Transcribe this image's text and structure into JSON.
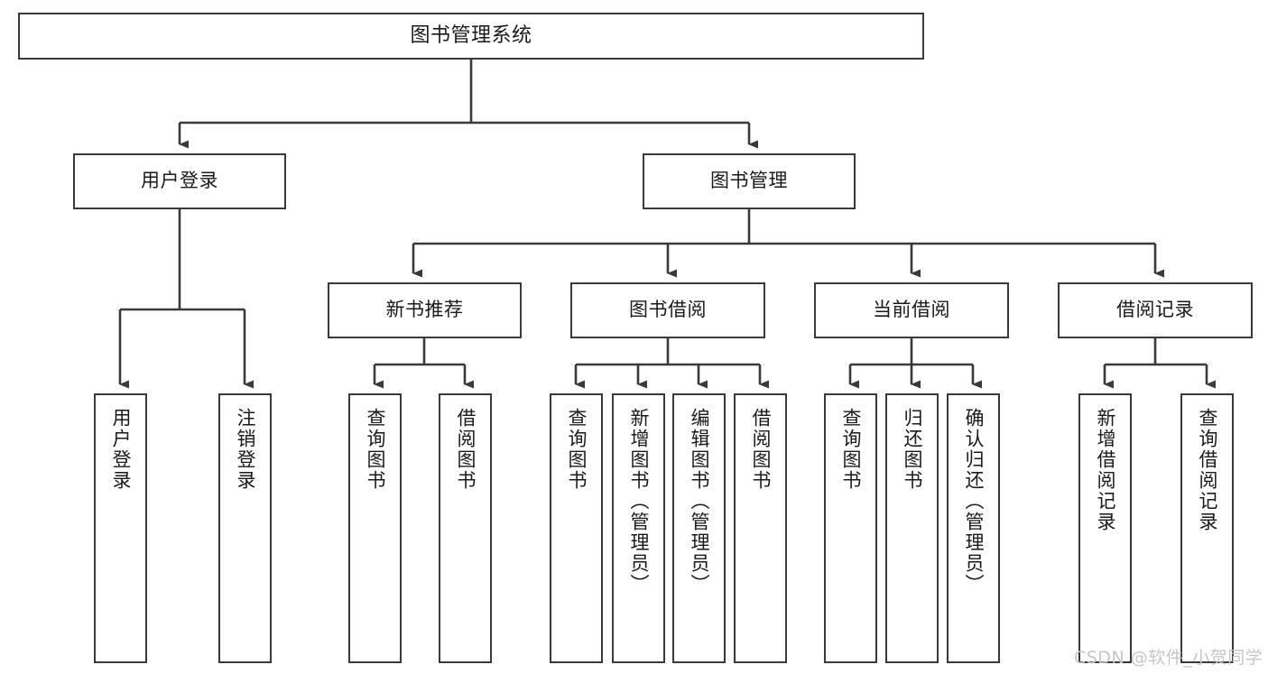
{
  "diagram": {
    "title": "图书管理系统",
    "type": "tree-hierarchy-chart",
    "watermark": "CSDN @软件_小贺同学",
    "colors": {
      "box_border": "#3a3a3a",
      "box_fill": "#ffffff",
      "connector": "#3a3a3a",
      "text": "#1a1a1a",
      "watermark": "#c6c6c6",
      "background": "#ffffff"
    },
    "levels": {
      "root": {
        "label": "图书管理系统"
      },
      "level2": [
        {
          "label": "用户登录"
        },
        {
          "label": "图书管理"
        }
      ],
      "level3": [
        {
          "label": "新书推荐"
        },
        {
          "label": "图书借阅"
        },
        {
          "label": "当前借阅"
        },
        {
          "label": "借阅记录"
        }
      ],
      "level4": {
        "user_login": [
          {
            "label": "用户登录"
          },
          {
            "label": "注销登录"
          }
        ],
        "new_book_recommend": [
          {
            "label": "查询图书"
          },
          {
            "label": "借阅图书"
          }
        ],
        "book_borrow": [
          {
            "label": "查询图书"
          },
          {
            "label": "新增图书（管理员）"
          },
          {
            "label": "编辑图书（管理员）"
          },
          {
            "label": "借阅图书"
          }
        ],
        "current_borrow": [
          {
            "label": "查询图书"
          },
          {
            "label": "归还图书"
          },
          {
            "label": "确认归还（管理员）"
          }
        ],
        "borrow_record": [
          {
            "label": "新增借阅记录"
          },
          {
            "label": "查询借阅记录"
          }
        ]
      }
    }
  }
}
